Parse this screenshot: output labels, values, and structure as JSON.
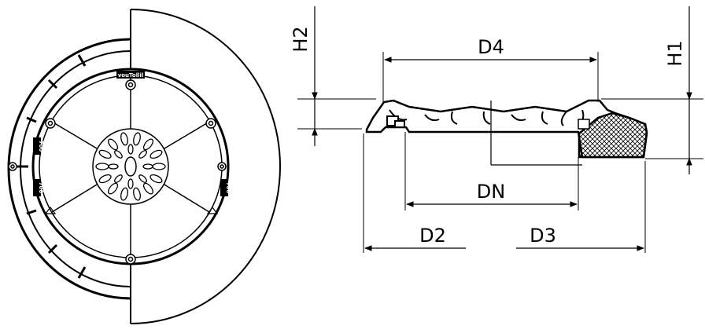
{
  "top_view": {
    "lid_stamp": "vouTollil",
    "side_stamps": [
      "700",
      "700",
      "700"
    ]
  },
  "section_view": {
    "dimensions": {
      "h2": "H2",
      "h1": "H1",
      "d4": "D4",
      "dn": "DN",
      "d2": "D2",
      "d3": "D3"
    }
  }
}
